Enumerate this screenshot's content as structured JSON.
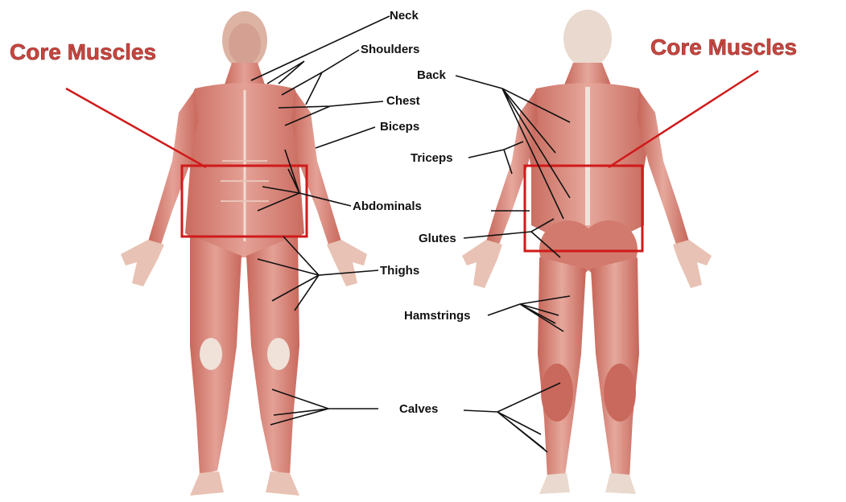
{
  "core_left": "Core Muscles",
  "core_right": "Core Muscles",
  "labels": {
    "neck": "Neck",
    "shoulders": "Shoulders",
    "chest": "Chest",
    "biceps": "Biceps",
    "abdominals": "Abdominals",
    "thighs": "Thighs",
    "calves": "Calves",
    "back": "Back",
    "triceps": "Triceps",
    "glutes": "Glutes",
    "hamstrings": "Hamstrings"
  },
  "colors": {
    "muscle": "#d9867a",
    "muscle_dark": "#b8574c",
    "tendon": "#f1e2da",
    "core_red": "#d01a1a",
    "core_text": "#c8463f"
  }
}
